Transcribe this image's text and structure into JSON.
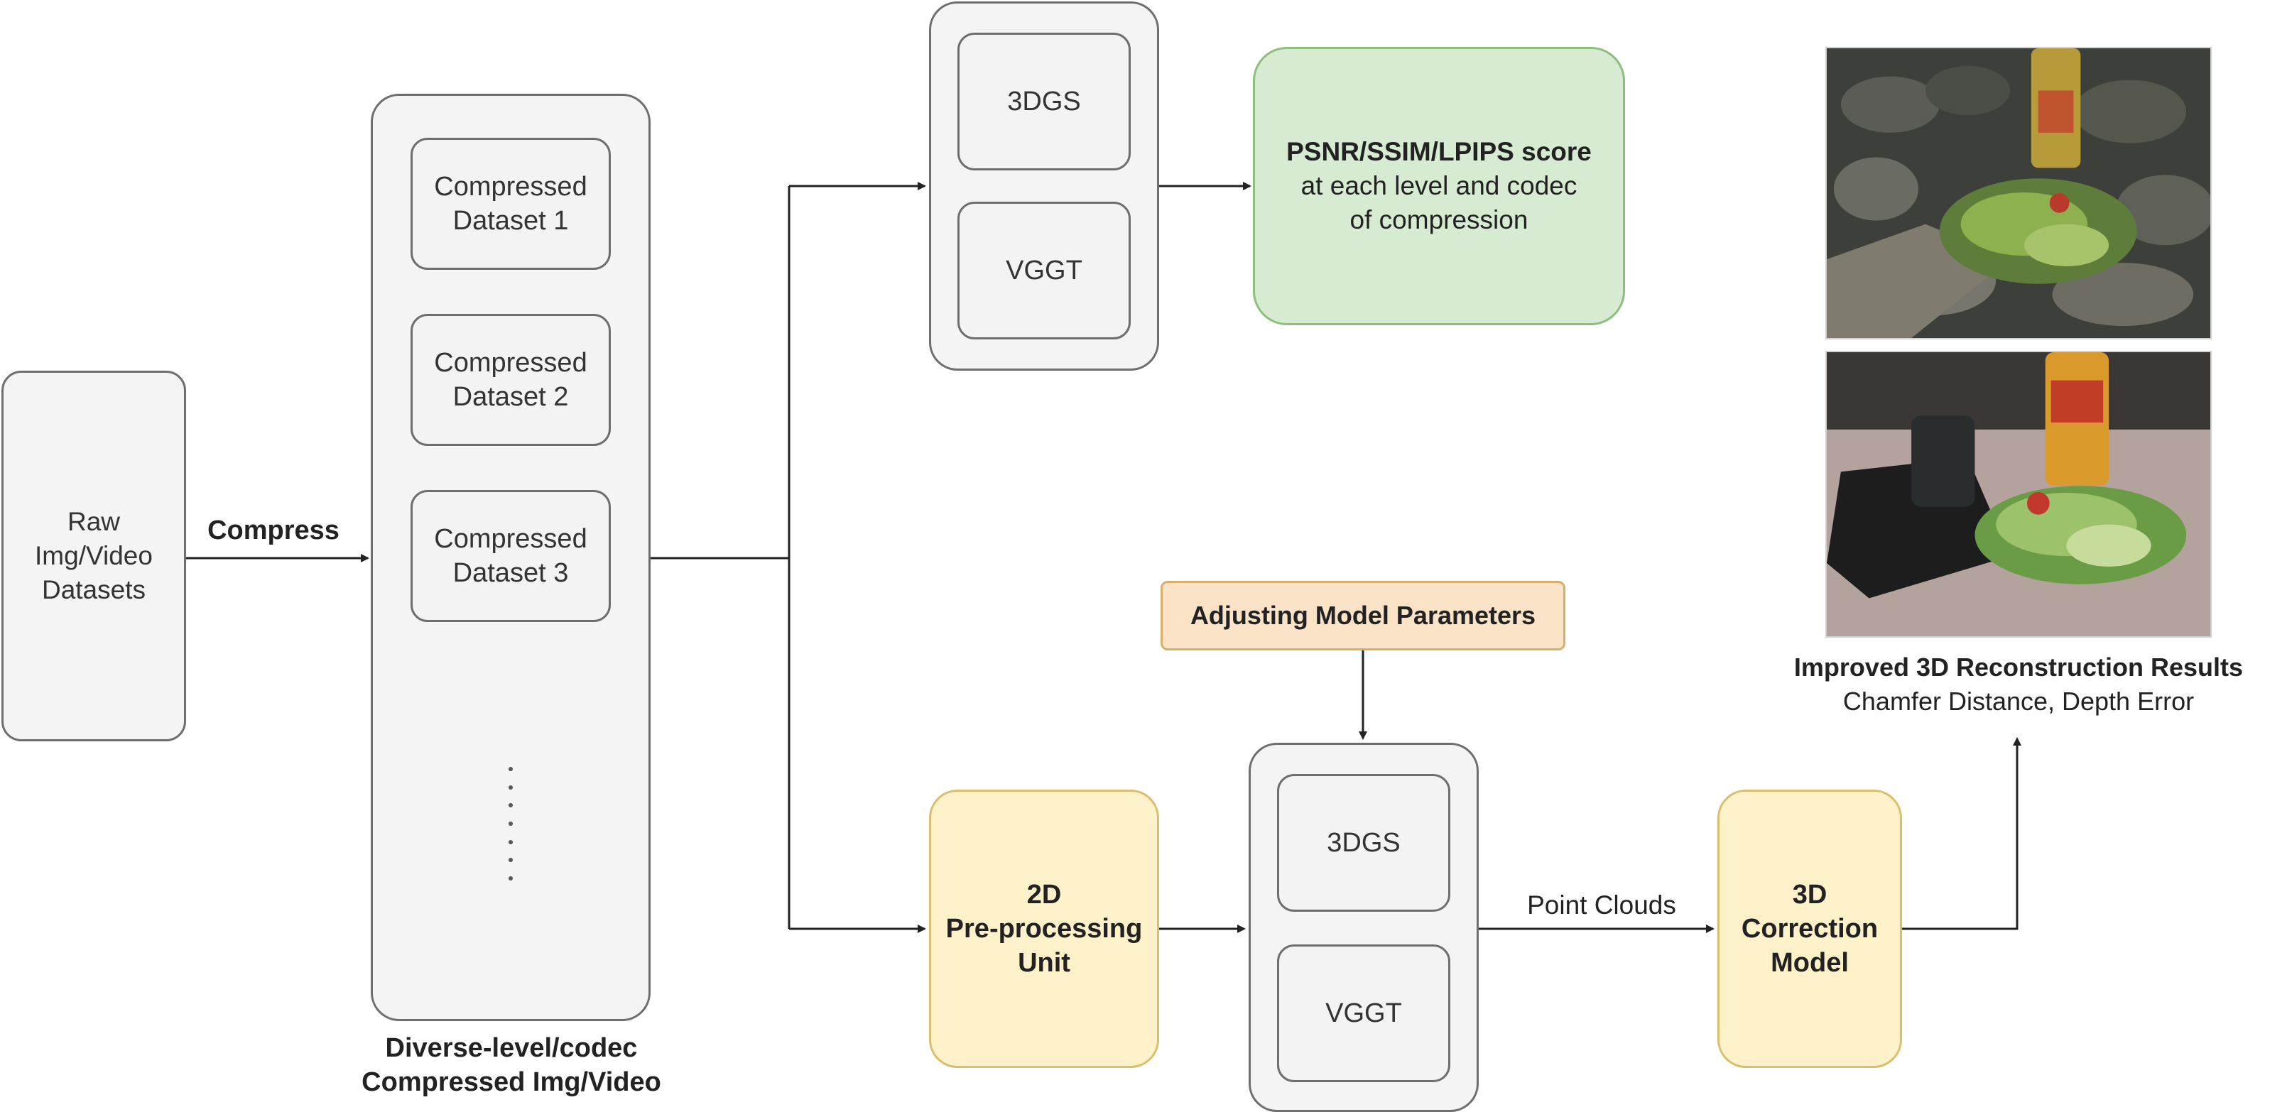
{
  "raw_box": {
    "lines": [
      "Raw",
      "Img/Video",
      "Datasets"
    ]
  },
  "compress_label": "Compress",
  "datasets": [
    {
      "lines": [
        "Compressed",
        "Dataset 1"
      ]
    },
    {
      "lines": [
        "Compressed",
        "Dataset 2"
      ]
    },
    {
      "lines": [
        "Compressed",
        "Dataset 3"
      ]
    }
  ],
  "dataset_caption": [
    "Diverse-level/codec",
    "Compressed Img/Video"
  ],
  "top_models": [
    "3DGS",
    "VGGT"
  ],
  "score_box": {
    "title": "PSNR/SSIM/LPIPS score",
    "lines": [
      "at each level and codec",
      "of compression"
    ]
  },
  "adjust_box": "Adjusting Model Parameters",
  "preprocess_box": [
    "2D",
    "Pre-processing",
    "Unit"
  ],
  "bottom_models": [
    "3DGS",
    "VGGT"
  ],
  "point_clouds_label": "Point Clouds",
  "correction_box": [
    "3D",
    "Correction",
    "Model"
  ],
  "results": {
    "title": "Improved 3D Reconstruction Results",
    "subtitle": "Chamfer Distance, Depth Error"
  },
  "colors": {
    "gray_fill": "#f4f4f4",
    "green_fill": "#d7ebd2",
    "yellow_fill": "#fdf1c9",
    "orange_fill": "#fbe3c8",
    "line": "#222222"
  }
}
